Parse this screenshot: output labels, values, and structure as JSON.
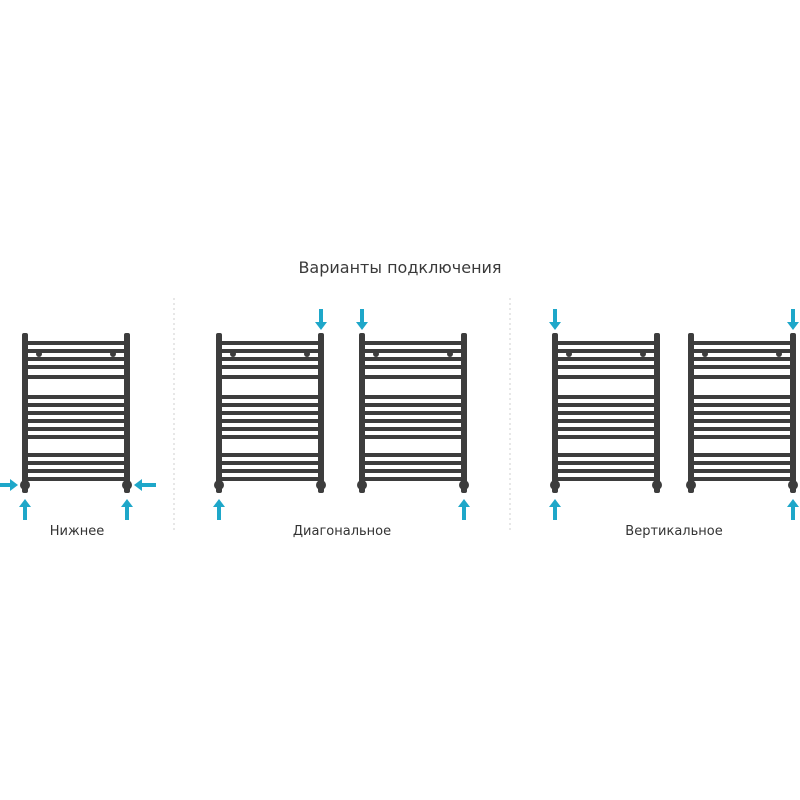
{
  "title": "Варианты подключения",
  "colors": {
    "radiator": "#3d3d3d",
    "arrow": "#1ea7c9",
    "divider": "#cfcfcf"
  },
  "groups": [
    {
      "label": "Нижнее"
    },
    {
      "label": "Диагональное"
    },
    {
      "label": "Вертикальное"
    }
  ]
}
